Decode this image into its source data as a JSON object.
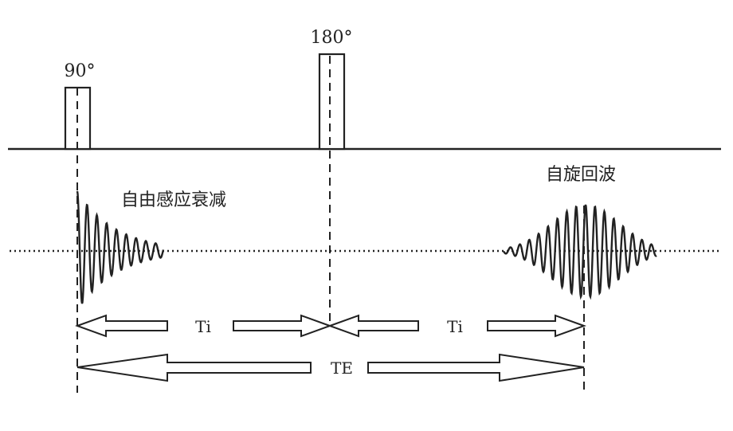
{
  "pulses": {
    "p90_label": "90°",
    "p180_label": "180°"
  },
  "signals": {
    "fid_label": "自由感应衰减",
    "echo_label": "自旋回波"
  },
  "intervals": {
    "ti_label_1": "Ti",
    "ti_label_2": "Ti",
    "te_label": "TE"
  },
  "colors": {
    "line": "#222222",
    "background": "#ffffff"
  }
}
